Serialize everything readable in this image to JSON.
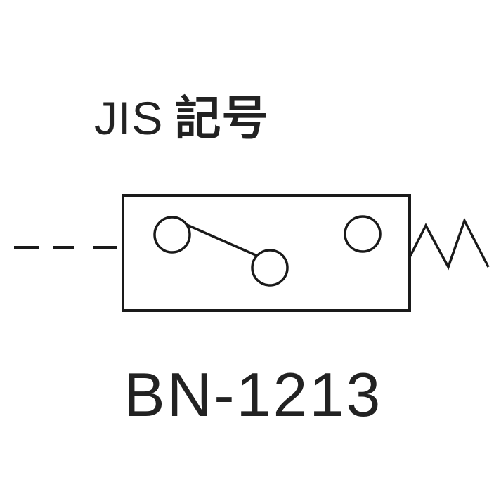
{
  "title": {
    "latin": "JIS",
    "japanese": "記号"
  },
  "symbol": {
    "description": "JIS symbol for limit/micro switch (operated link, spring return)",
    "stroke_color": "#1a1a1a"
  },
  "model": {
    "label": "BN-1213"
  }
}
